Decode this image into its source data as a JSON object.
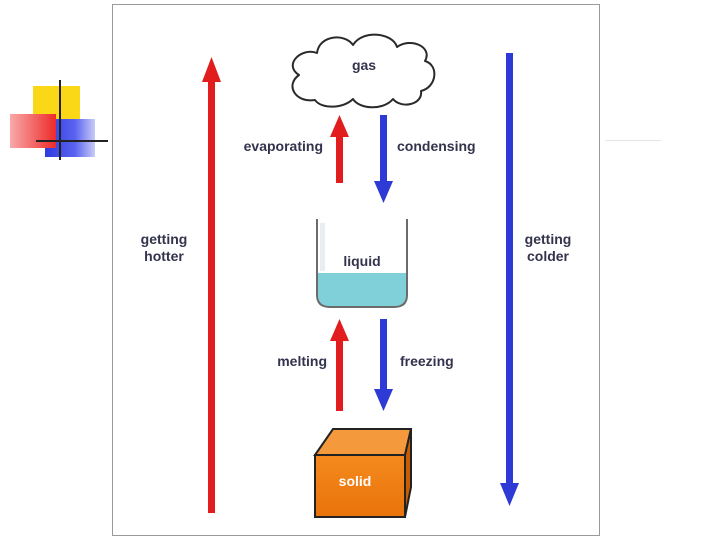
{
  "diagram": {
    "states": {
      "gas": "gas",
      "liquid": "liquid",
      "solid": "solid"
    },
    "transitions": {
      "evaporating": "evaporating",
      "condensing": "condensing",
      "melting": "melting",
      "freezing": "freezing"
    },
    "trends": {
      "hotter_line1": "getting",
      "hotter_line2": "hotter",
      "colder_line1": "getting",
      "colder_line2": "colder"
    }
  },
  "colors": {
    "heating_arrow": "#e11d1d",
    "cooling_arrow": "#2e3ad6",
    "liquid_fill": "#7fd0d8",
    "solid_fill": "#f07d10",
    "text": "#33334d"
  }
}
